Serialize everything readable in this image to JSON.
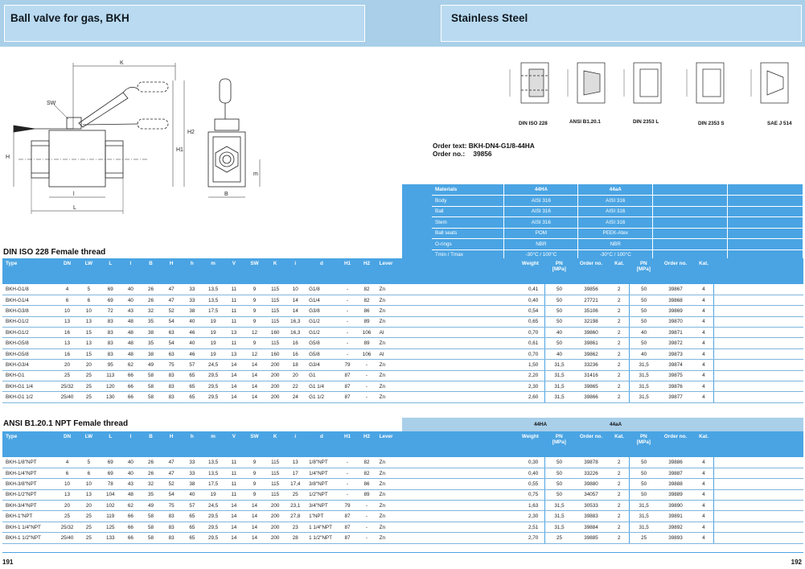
{
  "header": {
    "left_title": "Ball valve for gas, BKH",
    "right_title": "Stainless Steel"
  },
  "drawing_labels": {
    "K": "K",
    "SW": "SW",
    "H": "H",
    "H1": "H1",
    "H2": "H2",
    "L": "L",
    "l": "l",
    "B": "B",
    "m": "m"
  },
  "thread_types": [
    {
      "label": "DIN ISO 228"
    },
    {
      "label": "ANSI B1.20.1"
    },
    {
      "label": "DIN 2353 L"
    },
    {
      "label": "DIN 2353 S"
    },
    {
      "label": "SAE J 514"
    }
  ],
  "order": {
    "text_label": "Order text: BKH-DN4-G1/8-44HA",
    "no_label": "Order no.:",
    "no_value": "39856"
  },
  "materials": {
    "headers": [
      "Materials",
      "44HA",
      "44aA"
    ],
    "rows": [
      [
        "Body",
        "AISI 316",
        "AISI 316"
      ],
      [
        "Ball",
        "AISI 316",
        "AISI 316"
      ],
      [
        "Stem",
        "AISI 316",
        "AISI 316"
      ],
      [
        "Ball seats",
        "POM",
        "PEEK-Atex"
      ],
      [
        "O-rings",
        "NBR",
        "NBR"
      ],
      [
        "Tmin / Tmax",
        "-30°C / 100°C",
        "-30°C / 100°C"
      ]
    ]
  },
  "section1": {
    "title": "DIN ISO 228 Female thread",
    "headers": [
      "Type",
      "DN",
      "LW",
      "L",
      "l",
      "B",
      "H",
      "h",
      "m",
      "V",
      "SW",
      "K",
      "i",
      "d",
      "H1",
      "H2",
      "Lever",
      "Weight",
      "PN [MPa]",
      "Order no.",
      "Kat.",
      "PN [MPa]",
      "Order no.",
      "Kat."
    ],
    "rows": [
      [
        "BKH-G1/8",
        "4",
        "5",
        "69",
        "40",
        "26",
        "47",
        "33",
        "13,5",
        "11",
        "9",
        "115",
        "10",
        "G1/8",
        "-",
        "82",
        "Zn",
        "0,41",
        "50",
        "39856",
        "2",
        "50",
        "39867",
        "4"
      ],
      [
        "BKH-G1/4",
        "6",
        "6",
        "69",
        "40",
        "26",
        "47",
        "33",
        "13,5",
        "11",
        "9",
        "115",
        "14",
        "G1/4",
        "-",
        "82",
        "Zn",
        "0,40",
        "50",
        "27721",
        "2",
        "50",
        "39868",
        "4"
      ],
      [
        "BKH-G3/8",
        "10",
        "10",
        "72",
        "43",
        "32",
        "52",
        "38",
        "17,5",
        "11",
        "9",
        "115",
        "14",
        "G3/8",
        "-",
        "86",
        "Zn",
        "0,54",
        "50",
        "35106",
        "2",
        "50",
        "39869",
        "4"
      ],
      [
        "BKH-G1/2",
        "13",
        "13",
        "83",
        "48",
        "35",
        "54",
        "40",
        "19",
        "11",
        "9",
        "115",
        "16,3",
        "G1/2",
        "-",
        "89",
        "Zn",
        "0,65",
        "50",
        "32198",
        "2",
        "50",
        "39870",
        "4"
      ],
      [
        "BKH-G1/2",
        "16",
        "15",
        "83",
        "48",
        "38",
        "63",
        "46",
        "19",
        "13",
        "12",
        "160",
        "16,3",
        "G1/2",
        "-",
        "106",
        "Al",
        "0,70",
        "40",
        "39860",
        "2",
        "40",
        "39871",
        "4"
      ],
      [
        "BKH-G5/8",
        "13",
        "13",
        "83",
        "48",
        "35",
        "54",
        "40",
        "19",
        "11",
        "9",
        "115",
        "16",
        "G5/8",
        "-",
        "89",
        "Zn",
        "0,61",
        "50",
        "39861",
        "2",
        "50",
        "39872",
        "4"
      ],
      [
        "BKH-G5/8",
        "16",
        "15",
        "83",
        "48",
        "38",
        "63",
        "46",
        "19",
        "13",
        "12",
        "160",
        "16",
        "G5/8",
        "-",
        "106",
        "Al",
        "0,70",
        "40",
        "39862",
        "2",
        "40",
        "39873",
        "4"
      ],
      [
        "BKH-G3/4",
        "20",
        "20",
        "95",
        "62",
        "49",
        "75",
        "57",
        "24,5",
        "14",
        "14",
        "200",
        "18",
        "G3/4",
        "79",
        "-",
        "Zn",
        "1,50",
        "31,5",
        "33236",
        "2",
        "31,5",
        "39874",
        "4"
      ],
      [
        "BKH-G1",
        "25",
        "25",
        "113",
        "66",
        "58",
        "83",
        "65",
        "29,5",
        "14",
        "14",
        "200",
        "20",
        "G1",
        "87",
        "-",
        "Zn",
        "2,20",
        "31,5",
        "31416",
        "2",
        "31,5",
        "39875",
        "4"
      ],
      [
        "BKH-G1 1/4",
        "25/32",
        "25",
        "120",
        "66",
        "58",
        "83",
        "65",
        "29,5",
        "14",
        "14",
        "200",
        "22",
        "G1 1/4",
        "87",
        "-",
        "Zn",
        "2,30",
        "31,5",
        "39865",
        "2",
        "31,5",
        "39876",
        "4"
      ],
      [
        "BKH-G1 1/2",
        "25/40",
        "25",
        "130",
        "66",
        "58",
        "83",
        "65",
        "29,5",
        "14",
        "14",
        "200",
        "24",
        "G1 1/2",
        "87",
        "-",
        "Zn",
        "2,60",
        "31,5",
        "39866",
        "2",
        "31,5",
        "39877",
        "4"
      ]
    ]
  },
  "section2": {
    "title": "ANSI B1.20.1 NPT Female thread",
    "col_44HA": "44HA",
    "col_44aA": "44aA",
    "headers": [
      "Type",
      "DN",
      "LW",
      "L",
      "l",
      "B",
      "H",
      "h",
      "m",
      "V",
      "SW",
      "K",
      "i",
      "d",
      "H1",
      "H2",
      "Lever",
      "Weight",
      "PN [MPa]",
      "Order no.",
      "Kat.",
      "PN [MPa]",
      "Order no.",
      "Kat."
    ],
    "rows": [
      [
        "BKH-1/8\"NPT",
        "4",
        "5",
        "69",
        "40",
        "26",
        "47",
        "33",
        "13,5",
        "11",
        "9",
        "115",
        "13",
        "1/8\"NPT",
        "-",
        "82",
        "Zn",
        "0,30",
        "50",
        "39878",
        "2",
        "50",
        "39886",
        "4"
      ],
      [
        "BKH-1/4\"NPT",
        "6",
        "6",
        "69",
        "40",
        "26",
        "47",
        "33",
        "13,5",
        "11",
        "9",
        "115",
        "17",
        "1/4\"NPT",
        "-",
        "82",
        "Zn",
        "0,40",
        "50",
        "33226",
        "2",
        "50",
        "39887",
        "4"
      ],
      [
        "BKH-3/8\"NPT",
        "10",
        "10",
        "78",
        "43",
        "32",
        "52",
        "38",
        "17,5",
        "11",
        "9",
        "115",
        "17,4",
        "3/8\"NPT",
        "-",
        "86",
        "Zn",
        "0,55",
        "50",
        "39880",
        "2",
        "50",
        "39888",
        "4"
      ],
      [
        "BKH-1/2\"NPT",
        "13",
        "13",
        "104",
        "48",
        "35",
        "54",
        "40",
        "19",
        "11",
        "9",
        "115",
        "25",
        "1/2\"NPT",
        "-",
        "89",
        "Zn",
        "0,75",
        "50",
        "34057",
        "2",
        "50",
        "39889",
        "4"
      ],
      [
        "BKH-3/4\"NPT",
        "20",
        "20",
        "102",
        "62",
        "49",
        "75",
        "57",
        "24,5",
        "14",
        "14",
        "200",
        "23,1",
        "3/4\"NPT",
        "79",
        "-",
        "Zn",
        "1,63",
        "31,5",
        "30533",
        "2",
        "31,5",
        "39890",
        "4"
      ],
      [
        "BKH-1\"NPT",
        "25",
        "25",
        "119",
        "66",
        "58",
        "83",
        "65",
        "29,5",
        "14",
        "14",
        "200",
        "27,8",
        "1\"NPT",
        "87",
        "-",
        "Zn",
        "2,30",
        "31,5",
        "39883",
        "2",
        "31,5",
        "39891",
        "4"
      ],
      [
        "BKH-1 1/4\"NPT",
        "25/32",
        "25",
        "125",
        "66",
        "58",
        "83",
        "65",
        "29,5",
        "14",
        "14",
        "200",
        "23",
        "1 1/4\"NPT",
        "87",
        "-",
        "Zn",
        "2,51",
        "31,5",
        "39884",
        "2",
        "31,5",
        "39892",
        "4"
      ],
      [
        "BKH-1 1/2\"NPT",
        "25/40",
        "25",
        "133",
        "66",
        "58",
        "83",
        "65",
        "29,5",
        "14",
        "14",
        "200",
        "28",
        "1 1/2\"NPT",
        "87",
        "-",
        "Zn",
        "2,70",
        "25",
        "39885",
        "2",
        "25",
        "39893",
        "4"
      ]
    ]
  },
  "page_numbers": {
    "left": "191",
    "right": "192"
  }
}
